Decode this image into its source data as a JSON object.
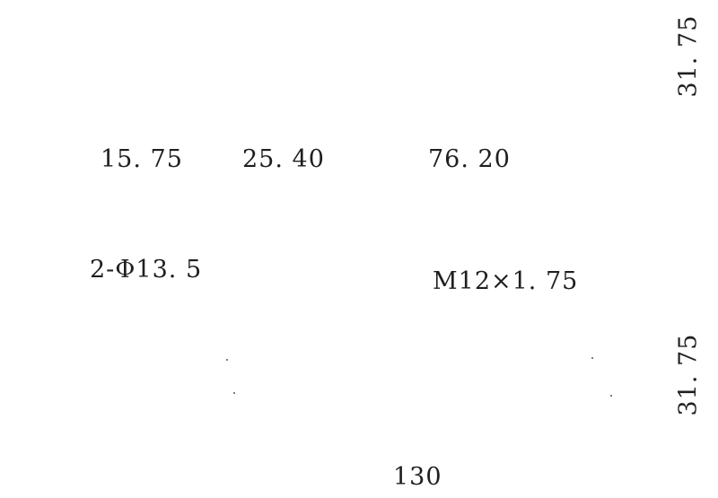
{
  "dimensions": {
    "top_right_vertical": "31. 75",
    "width_left": "15. 75",
    "width_middle": "25. 40",
    "width_right": "76. 20",
    "holes": "2-Φ13. 5",
    "thread": "M12×1. 75",
    "bottom_right_vertical": "31. 75",
    "overall_length": "130"
  }
}
